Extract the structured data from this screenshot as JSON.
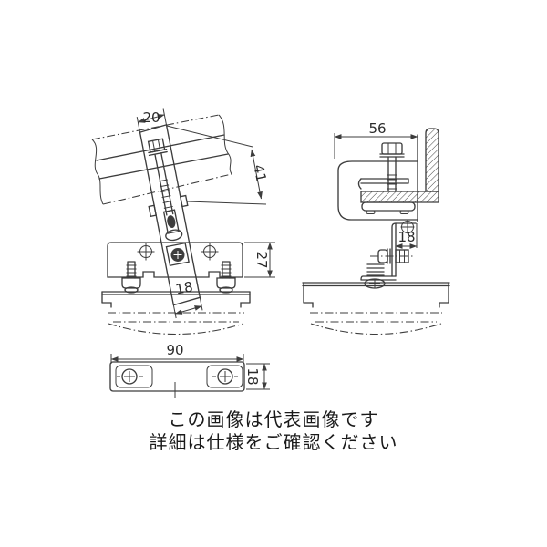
{
  "drawing": {
    "type": "technical-drawing",
    "subject": "duct/raceway hanger clamp fitting, two orthographic views",
    "colors": {
      "line": "#3d3d3d",
      "text": "#2b2b2b",
      "background": "#ffffff"
    },
    "dims": {
      "front": {
        "strap_width": "20",
        "clamp_range": "41",
        "plate_height": "27",
        "strap_end": "18",
        "base_width": "90",
        "base_depth": "18"
      },
      "side": {
        "overall_width": "56",
        "bracket_offset": "18"
      }
    }
  },
  "caption": {
    "line1": "この画像は代表画像です",
    "line2": "詳細は仕様をご確認ください"
  }
}
